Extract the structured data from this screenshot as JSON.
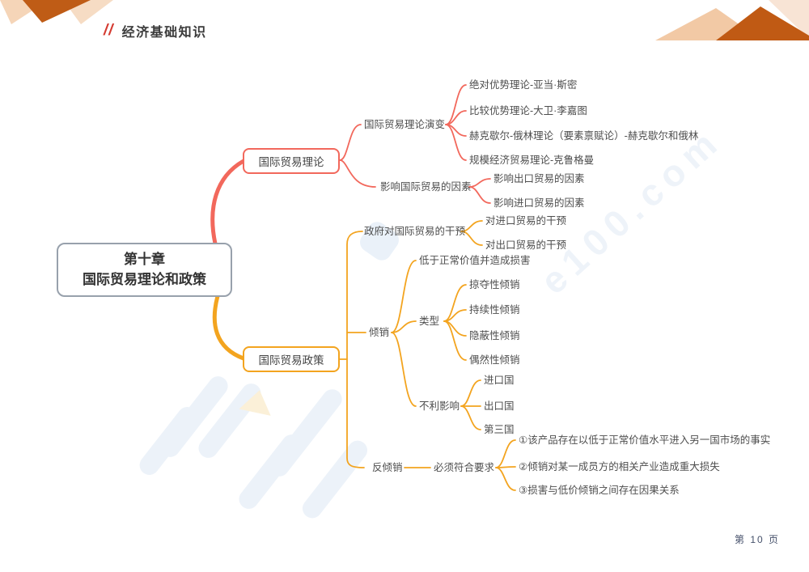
{
  "header": {
    "slashes": "//",
    "title": "经济基础知识"
  },
  "footer": {
    "page_label": "第 10 页"
  },
  "watermark": {
    "text": "e100.com"
  },
  "colors": {
    "theory_branch": "#f2685c",
    "policy_branch": "#f3a41f",
    "root_border": "#98a1ac"
  },
  "mindmap": {
    "root": {
      "line1": "第十章",
      "line2": "国际贸易理论和政策"
    },
    "theory": {
      "label": "国际贸易理论",
      "children": [
        {
          "label": "国际贸易理论演变",
          "children": [
            "绝对优势理论-亚当·斯密",
            "比较优势理论-大卫·李嘉图",
            "赫克歇尔-俄林理论（要素禀赋论）-赫克歇尔和俄林",
            "规模经济贸易理论-克鲁格曼"
          ]
        },
        {
          "label": "影响国际贸易的因素",
          "children": [
            "影响出口贸易的因素",
            "影响进口贸易的因素"
          ]
        }
      ]
    },
    "policy": {
      "label": "国际贸易政策",
      "children": [
        {
          "label": "政府对国际贸易的干预",
          "children": [
            "对进口贸易的干预",
            "对出口贸易的干预"
          ]
        },
        {
          "label": "倾销",
          "children": [
            {
              "label": "低于正常价值并造成损害"
            },
            {
              "label": "类型",
              "children": [
                "掠夺性倾销",
                "持续性倾销",
                "隐蔽性倾销",
                "偶然性倾销"
              ]
            },
            {
              "label": "不利影响",
              "children": [
                "进口国",
                "出口国",
                "第三国"
              ]
            }
          ]
        },
        {
          "label": "反倾销",
          "children": [
            {
              "label": "必须符合要求",
              "children": [
                "①该产品存在以低于正常价值水平进入另一国市场的事实",
                "②倾销对某一成员方的相关产业造成重大损失",
                "③损害与低价倾销之间存在因果关系"
              ]
            }
          ]
        }
      ]
    }
  }
}
